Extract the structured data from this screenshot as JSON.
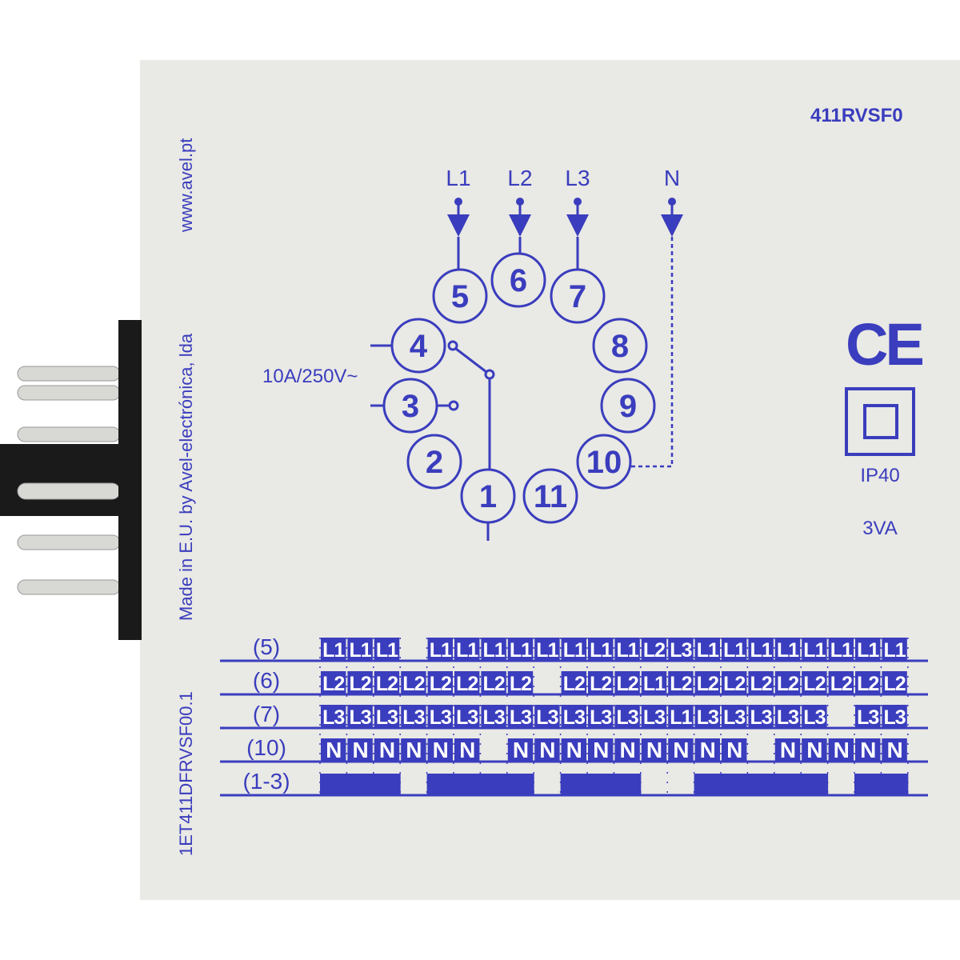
{
  "colors": {
    "ink": "#3a3dbd",
    "panel": "#e9e9e5",
    "connector": "#1a1a1a",
    "pin": "#d8d8d4"
  },
  "model": "411RVSF0",
  "side_texts": {
    "website": "www.avel.pt",
    "made_in": "Made in E.U. by Avel-electrónica, lda",
    "code": "1ET411DFRVSF00.1"
  },
  "inputs": [
    {
      "label": "L1",
      "terminal": "5"
    },
    {
      "label": "L2",
      "terminal": "6"
    },
    {
      "label": "L3",
      "terminal": "7"
    },
    {
      "label": "N",
      "terminal": "10"
    }
  ],
  "terminals": [
    "1",
    "2",
    "3",
    "4",
    "5",
    "6",
    "7",
    "8",
    "9",
    "10",
    "11"
  ],
  "contact_rating": "10A/250V~",
  "marks": {
    "ce": "CE",
    "ip": "IP40",
    "power": "3VA"
  },
  "table": {
    "rows": [
      {
        "label": "(5)",
        "cells": [
          "L1",
          "L1",
          "L1",
          "",
          "L1",
          "L1",
          "L1",
          "L1",
          "L1",
          "L1",
          "L1",
          "L1",
          "L2",
          "L3",
          "L1",
          "L1",
          "L1",
          "L1",
          "L1",
          "L1",
          "L1",
          "L1"
        ]
      },
      {
        "label": "(6)",
        "cells": [
          "L2",
          "L2",
          "L2",
          "L2",
          "L2",
          "L2",
          "L2",
          "L2",
          "",
          "L2",
          "L2",
          "L2",
          "L1",
          "L2",
          "L2",
          "L2",
          "L2",
          "L2",
          "L2",
          "L2",
          "L2",
          "L2"
        ]
      },
      {
        "label": "(7)",
        "cells": [
          "L3",
          "L3",
          "L3",
          "L3",
          "L3",
          "L3",
          "L3",
          "L3",
          "L3",
          "L3",
          "L3",
          "L3",
          "L3",
          "L1",
          "L3",
          "L3",
          "L3",
          "L3",
          "L3",
          "",
          "L3",
          "L3"
        ]
      },
      {
        "label": "(10)",
        "cells": [
          "N",
          "N",
          "N",
          "N",
          "N",
          "N",
          "",
          "N",
          "N",
          "N",
          "N",
          "N",
          "N",
          "N",
          "N",
          "N",
          "",
          "N",
          "N",
          "N",
          "N",
          "N"
        ]
      }
    ],
    "output_row": {
      "label": "(1-3)",
      "states": [
        1,
        1,
        1,
        0,
        1,
        1,
        1,
        1,
        0,
        1,
        1,
        1,
        0,
        0,
        1,
        1,
        1,
        1,
        1,
        0,
        1,
        1
      ]
    }
  }
}
